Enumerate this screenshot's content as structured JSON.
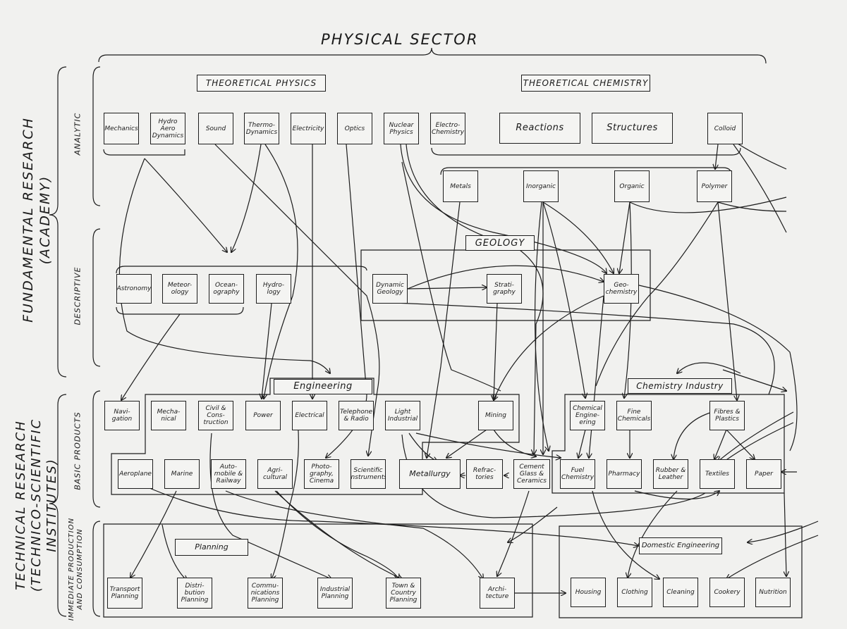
{
  "labels": {
    "sector_title": "PHYSICAL   SECTOR",
    "fundamental_research": "FUNDAMENTAL   RESEARCH\n(ACADEMY)",
    "technical_research": "TECHNICAL   RESEARCH\n(TECHNICO-SCIENTIFIC INSTITUTES)",
    "analytic": "ANALYTIC",
    "descriptive": "DESCRIPTIVE",
    "basic_products": "BASIC PRODUCTS",
    "immediate_production": "IMMEDIATE PRODUCTION\nAND CONSUMPTION"
  },
  "nodes": {
    "theoretical_physics": "THEORETICAL   PHYSICS",
    "theoretical_chemistry": "THEORETICAL CHEMISTRY",
    "mechanics": "Mechanics",
    "hydro_aero_dynamics": "Hydro\nAero\nDynamics",
    "sound": "Sound",
    "thermodynamics": "Thermo-\nDynamics",
    "electricity": "Electricity",
    "optics": "Optics",
    "nuclear_physics": "Nuclear\nPhysics",
    "electro_chemistry": "Electro-\nChemistry",
    "reactions": "Reactions",
    "structures": "Structures",
    "colloid": "Colloid",
    "metals": "Metals",
    "inorganic": "Inorganic",
    "organic": "Organic",
    "polymer": "Polymer",
    "geology": "GEOLOGY",
    "astronomy": "Astronomy",
    "meteorology": "Meteor-\nology",
    "oceanography": "Ocean-\nography",
    "hydrology": "Hydro-\nlogy",
    "dynamic_geology": "Dynamic\nGeology",
    "stratigraphy": "Strati-\ngraphy",
    "geochemistry": "Geo-\nchemistry",
    "engineering": "Engineering",
    "chemistry_industry": "Chemistry Industry",
    "navigation": "Navi-\ngation",
    "mechanical": "Mecha-\nnical",
    "civil_construction": "Civil &\nCons-\ntruction",
    "power": "Power",
    "electrical": "Electrical",
    "telephone_radio": "Telephone\n& Radio",
    "light_industrial": "Light\nIndustrial",
    "mining": "Mining",
    "chemical_engineering": "Chemical\nEngine-\nering",
    "fine_chemicals": "Fine\nChemicals",
    "fibres_plastics": "Fibres &\nPlastics",
    "aeroplane": "Aeroplane",
    "marine": "Marine",
    "automobile_railway": "Auto-\nmobile &\nRailway",
    "agricultural": "Agri-\ncultural",
    "photography_cinema": "Photo-\ngraphy,\nCinema",
    "scientific_instruments": "Scientific\nInstruments",
    "metallurgy": "Metallurgy",
    "refractories": "Refrac-\ntories",
    "cement_glass_ceramics": "Cement\nGlass &\nCeramics",
    "fuel_chemistry": "Fuel\nChemistry",
    "pharmacy": "Pharmacy",
    "rubber_leather": "Rubber &\nLeather",
    "textiles": "Textiles",
    "paper": "Paper",
    "planning": "Planning",
    "domestic_engineering": "Domestic Engineering",
    "transport_planning": "Transport\nPlanning",
    "distribution_planning": "Distri-\nbution\nPlanning",
    "communications_planning": "Commu-\nnications\nPlanning",
    "industrial_planning": "Industrial\nPlanning",
    "town_country_planning": "Town &\nCountry\nPlanning",
    "architecture": "Archi-\ntecture",
    "housing": "Housing",
    "clothing": "Clothing",
    "cleaning": "Cleaning",
    "cookery": "Cookery",
    "nutrition": "Nutrition"
  }
}
